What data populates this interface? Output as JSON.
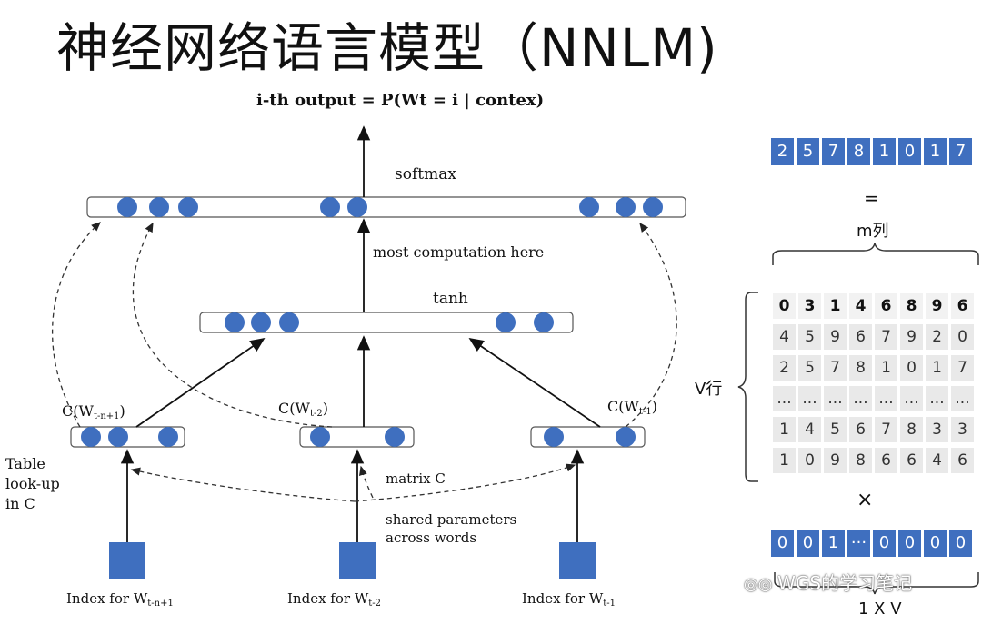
{
  "title": "神经网络语言模型（NNLM)",
  "output_label": "i-th output = P(Wt = i | contex)",
  "softmax_label": "softmax",
  "computation_label": "most computation here",
  "tanh_label": "tanh",
  "c_labels": {
    "left": {
      "base": "C(W",
      "sub": "t-n+1",
      "close": ")"
    },
    "mid": {
      "base": "C(W",
      "sub": "t-2",
      "close": ")"
    },
    "right": {
      "base": "C(W",
      "sub": "t-1",
      "close": ")"
    }
  },
  "table_lookup": [
    "Table",
    "look-up",
    "in C"
  ],
  "matrix_c_label": "matrix C",
  "shared_params": [
    "shared parameters",
    "across words"
  ],
  "index_labels": {
    "left": {
      "base": "Index for W",
      "sub": "t-n+1"
    },
    "mid": {
      "base": "Index for W",
      "sub": "t-2"
    },
    "right": {
      "base": "Index for W",
      "sub": "t-1"
    }
  },
  "top_vector": [
    "2",
    "5",
    "7",
    "8",
    "1",
    "0",
    "1",
    "7"
  ],
  "equals": "=",
  "m_label": "m列",
  "v_label": "V行",
  "matrix_rows": [
    [
      "0",
      "3",
      "1",
      "4",
      "6",
      "8",
      "9",
      "6"
    ],
    [
      "4",
      "5",
      "9",
      "6",
      "7",
      "9",
      "2",
      "0"
    ],
    [
      "2",
      "5",
      "7",
      "8",
      "1",
      "0",
      "1",
      "7"
    ],
    [
      "...",
      "...",
      "...",
      "...",
      "...",
      "...",
      "...",
      "..."
    ],
    [
      "1",
      "4",
      "5",
      "6",
      "7",
      "8",
      "3",
      "3"
    ],
    [
      "1",
      "0",
      "9",
      "8",
      "6",
      "6",
      "4",
      "6"
    ]
  ],
  "times": "×",
  "onehot_vector": [
    "0",
    "0",
    "1",
    "···",
    "0",
    "0",
    "0",
    "0"
  ],
  "onehot_dim": "1 X V",
  "watermark": "WGS的学习笔记",
  "colors": {
    "node": "#3f6fbf",
    "cell": "#3f6fbf",
    "matrix_bg": "#e9e9e9"
  }
}
